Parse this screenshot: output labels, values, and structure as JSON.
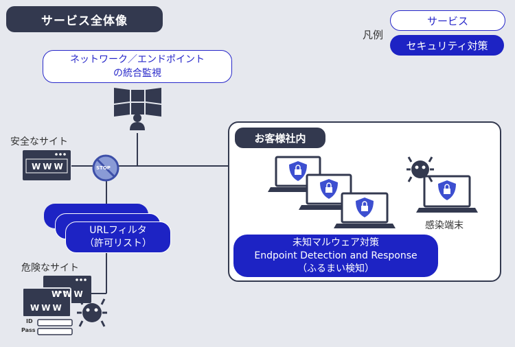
{
  "title": "サービス全体像",
  "legend": {
    "label": "凡例",
    "service": "サービス",
    "security": "セキュリティ対策"
  },
  "monitoring": {
    "line1": "ネットワーク／エンドポイント",
    "line2": "の統合監視"
  },
  "safe_site": {
    "label": "安全なサイト",
    "www": "WWW"
  },
  "stop_sign": "STOP",
  "url_filter": {
    "line1": "URLフィルタ",
    "line2": "（許可リスト）"
  },
  "danger_site": {
    "label": "危険なサイト",
    "www_top": "WWW",
    "www_bottom": "WWW",
    "id_label": "ID",
    "pass_label": "Pass"
  },
  "customer": {
    "title": "お客様社内",
    "infected_label": "感染端末",
    "edr": {
      "line1": "未知マルウェア対策",
      "line2": "Endpoint Detection and Response",
      "line3": "（ふるまい検知）"
    }
  },
  "colors": {
    "dark": "#33394f",
    "blue": "#1d23c4",
    "background": "#e6e8ee"
  }
}
